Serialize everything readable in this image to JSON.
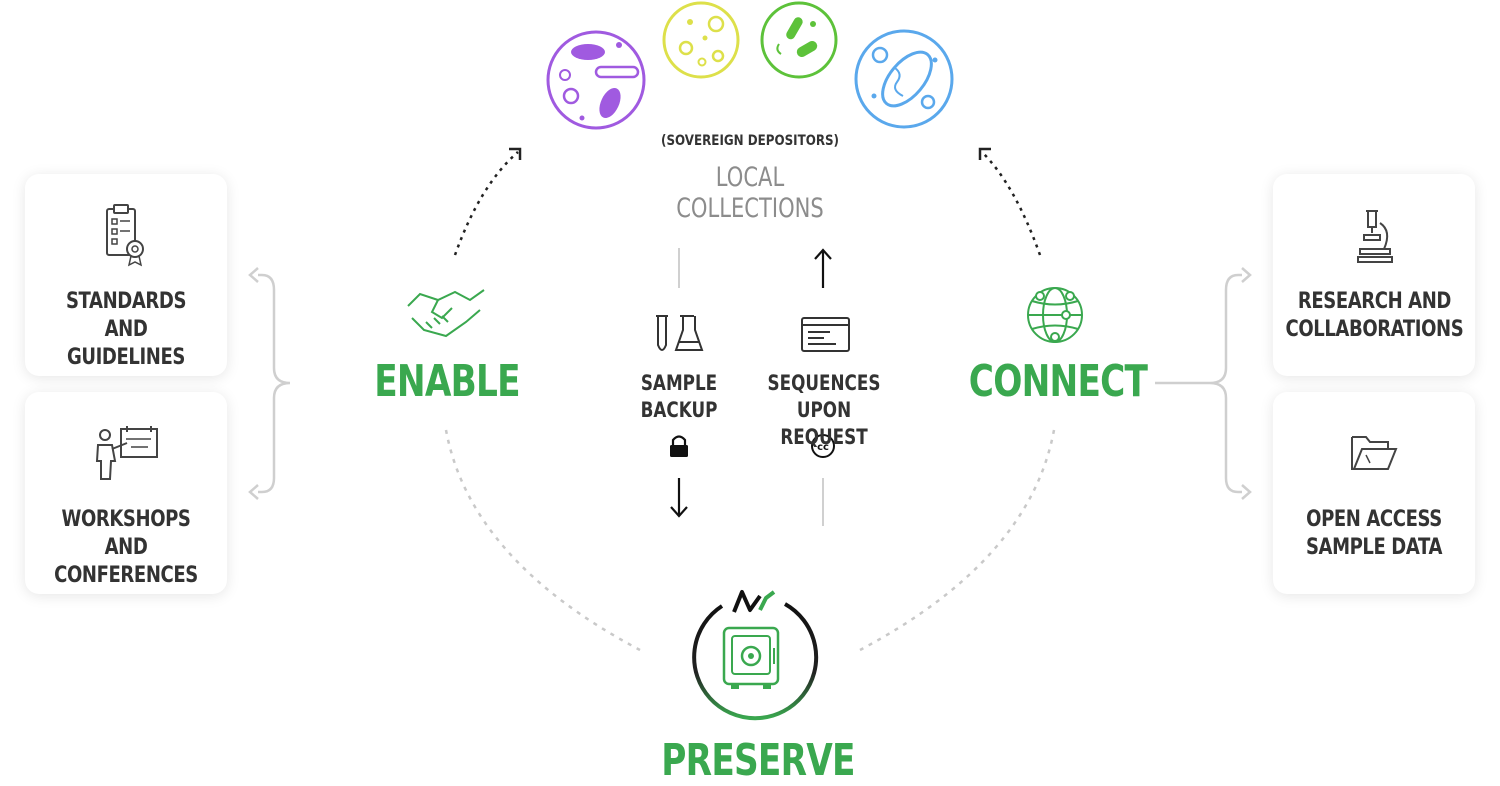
{
  "top": {
    "depositors": "(SOVEREIGN DEPOSITORS)",
    "local_collections": "LOCAL COLLECTIONS"
  },
  "pillars": {
    "enable": "ENABLE",
    "connect": "CONNECT",
    "preserve": "PRESERVE"
  },
  "center": {
    "sample_backup": "SAMPLE\nBACKUP",
    "sequences": "SEQUENCES\nUPON REQUEST"
  },
  "left_cards": [
    {
      "label": "STANDARDS AND\nGUIDELINES",
      "icon": "checklist-certificate-icon"
    },
    {
      "label": "WORKSHOPS\nAND CONFERENCES",
      "icon": "presenter-board-icon"
    }
  ],
  "right_cards": [
    {
      "label": "RESEARCH AND\nCOLLABORATIONS",
      "icon": "microscope-icon"
    },
    {
      "label": "OPEN ACCESS\nSAMPLE DATA",
      "icon": "folder-icon"
    }
  ],
  "colors": {
    "green": "#3aa84f",
    "purple": "#a05ae0",
    "yellow": "#dde04a",
    "lime": "#5dc23a",
    "blue": "#5aa8ec",
    "text": "#333333",
    "gray": "#8c8c8c"
  }
}
